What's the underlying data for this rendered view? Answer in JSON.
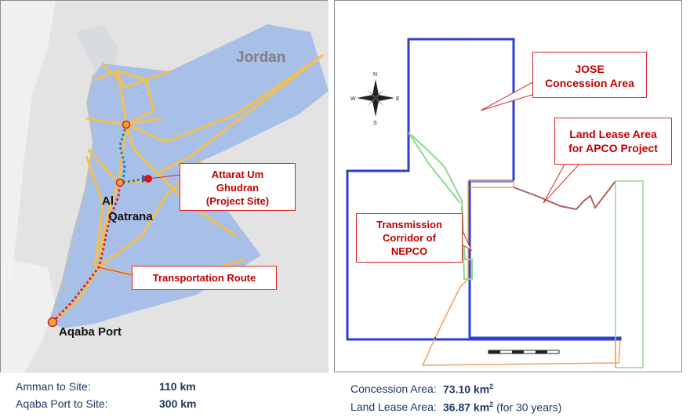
{
  "left_map": {
    "country_label": "Jordan",
    "site_label": "Al Qatrana",
    "site_label_line1": "Al",
    "site_label_line2": "Qatrana",
    "port_label": "Aqaba Port",
    "callout_site": [
      "Attarat Um",
      "Ghudran",
      "(Project Site)"
    ],
    "callout_route": "Transportation Route"
  },
  "right_map": {
    "callout_concession": [
      "JOSE",
      "Concession Area"
    ],
    "callout_lease": [
      "Land Lease Area",
      "for APCO Project"
    ],
    "callout_corridor": [
      "Transmission",
      "Corridor of",
      "NEPCO"
    ],
    "compass_labels": {
      "n": "N",
      "s": "S",
      "e": "E",
      "w": "W"
    }
  },
  "stats_left": [
    {
      "label": "Amman to Site:",
      "value": "110 km"
    },
    {
      "label": "Aqaba Port to Site:",
      "value": "300 km"
    }
  ],
  "stats_right": [
    {
      "label": "Concession Area:",
      "value": "73.10 km",
      "sup": "2",
      "suffix": ""
    },
    {
      "label": "Land Lease Area:",
      "value": "36.87 km",
      "sup": "2",
      "suffix": " (for 30 years)"
    }
  ],
  "colors": {
    "land_blue": "#a8c0e8",
    "road_yellow": "#f4c04e",
    "route_red": "#e0261f",
    "concession_blue": "#2b3fd0",
    "lease_orange": "#f0a060",
    "corridor_green": "#8fd88f",
    "text_navy": "#1f3864"
  }
}
